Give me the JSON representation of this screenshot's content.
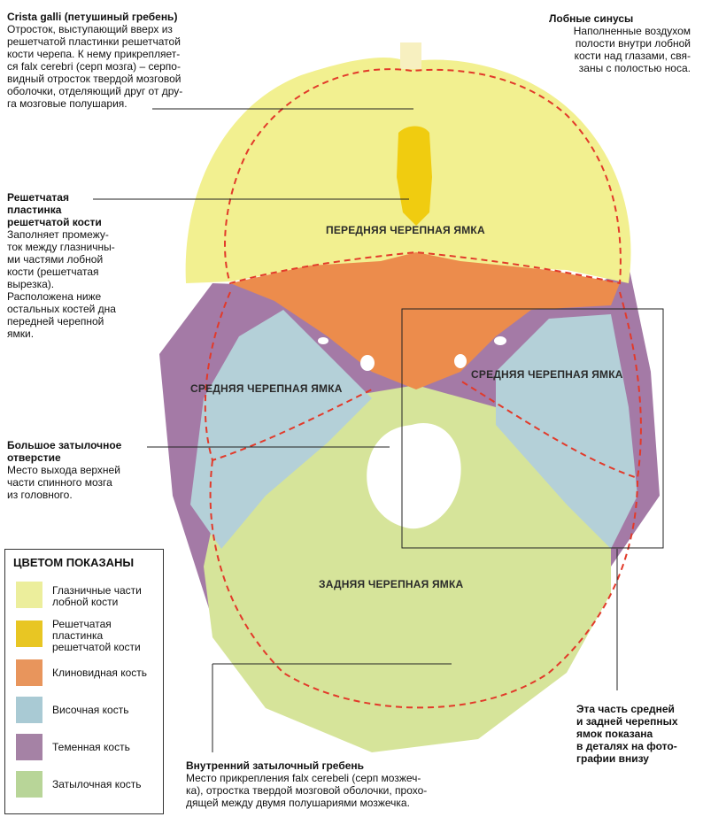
{
  "annotations": {
    "crista_galli": {
      "title": "Crista galli (петушиный гребень)",
      "lines": [
        "Отросток, выступающий вверх из",
        "решетчатой пластинки решетчатой",
        "кости черепа. К нему прикрепляет-",
        "ся falx cerebri (серп мозга) – серпо-",
        "видный отросток твердой мозговой",
        "оболочки, отделяющий друг от дру-",
        "га мозговые полушария."
      ]
    },
    "frontal_sinuses": {
      "title": "Лобные синусы",
      "lines": [
        "Наполненные воздухом",
        "полости внутри лобной",
        "кости над глазами, свя-",
        "заны с полостью носа."
      ]
    },
    "cribriform": {
      "title_lines": [
        "Решетчатая",
        "пластинка",
        "решетчатой кости"
      ],
      "lines": [
        "Заполняет промежу-",
        "ток между глазничны-",
        "ми частями лобной",
        "кости (решетчатая",
        "вырезка).",
        "Расположена ниже",
        "остальных костей дна",
        "передней черепной",
        "ямки."
      ]
    },
    "foramen_magnum": {
      "title_lines": [
        "Большое затылочное",
        "отверстие"
      ],
      "lines": [
        "Место выхода верхней",
        "части спинного мозга",
        "из головного."
      ]
    },
    "crest": {
      "title": "Внутренний затылочный гребень",
      "lines": [
        "Место прикрепления falx cerebeli (серп мозжеч-",
        "ка), отростка твердой мозговой оболочки, прохо-",
        "дящей между двумя полушариями мозжечка."
      ]
    },
    "detail_note": {
      "lines": [
        "Эта часть средней",
        "и задней черепных",
        "ямок показана",
        "в деталях на фото-",
        "графии внизу"
      ]
    }
  },
  "fossa_labels": {
    "anterior": "ПЕРЕДНЯЯ ЧЕРЕПНАЯ ЯМКА",
    "middle_left": "СРЕДНЯЯ ЧЕРЕПНАЯ ЯМКА",
    "middle_right": "СРЕДНЯЯ ЧЕРЕПНАЯ ЯМКА",
    "posterior": "ЗАДНЯЯ ЧЕРЕПНАЯ ЯМКА"
  },
  "legend": {
    "title": "ЦВЕТОМ ПОКАЗАНЫ",
    "items": [
      {
        "label": "Глазничные части лобной кости",
        "color": "#ecee9c"
      },
      {
        "label": "Решетчатая пластинка решетчатой кости",
        "color": "#e8c623"
      },
      {
        "label": "Клиновидная кость",
        "color": "#e8955c"
      },
      {
        "label": "Височная кость",
        "color": "#a9cad4"
      },
      {
        "label": "Теменная кость",
        "color": "#a582a5"
      },
      {
        "label": "Затылочная кость",
        "color": "#b8d598"
      }
    ]
  },
  "colors": {
    "frontal": "#f2f090",
    "ethmoid": "#f0cc10",
    "sphenoid": "#ec8c4c",
    "temporal": "#b4d0d8",
    "parietal": "#a47aa6",
    "occipital": "#d6e49a",
    "dashes": "#e23a2a"
  }
}
